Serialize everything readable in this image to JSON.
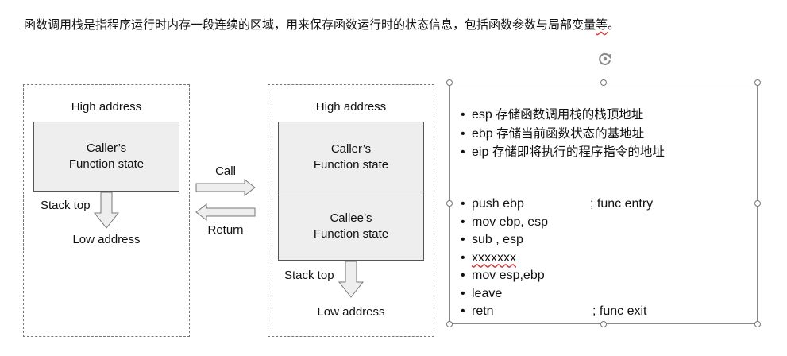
{
  "heading": {
    "text": "函数调用栈是指程序运行时内存一段连续的区域，用来保存函数运行时的状态信息，包括函数参数与局部变量",
    "squiggly": "等",
    "end": "。"
  },
  "left_stack": {
    "high_label": "High address",
    "frame_label": "Caller’s\nFunction state",
    "stack_top_label": "Stack top",
    "low_label": "Low address"
  },
  "transition": {
    "call_label": "Call",
    "return_label": "Return"
  },
  "right_stack": {
    "high_label": "High address",
    "caller_label": "Caller’s\nFunction state",
    "callee_label": "Callee’s\nFunction state",
    "stack_top_label": "Stack top",
    "low_label": "Low address"
  },
  "registers": [
    {
      "name": "esp",
      "desc": "存储函数调用栈的栈顶地址"
    },
    {
      "name": "ebp",
      "desc": "存储当前函数状态的基地址"
    },
    {
      "name": "eip",
      "desc": "存储即将执行的程序指令的地址"
    }
  ],
  "asm": [
    {
      "code": "push ebp",
      "comment": "; func entry"
    },
    {
      "code": "mov ebp, esp",
      "comment": ""
    },
    {
      "code": "sub , esp",
      "comment": ""
    },
    {
      "code": "xxxxxxx",
      "comment": ""
    },
    {
      "code": "mov esp,ebp",
      "comment": ""
    },
    {
      "code": "leave",
      "comment": ""
    },
    {
      "code": "retn",
      "comment": "; func exit"
    }
  ],
  "bullet": "•",
  "colors": {
    "frame_fill": "#eeeeee",
    "arrow_fill": "#eeeeee",
    "outline": "#777777",
    "squiggle": "#d04040"
  }
}
